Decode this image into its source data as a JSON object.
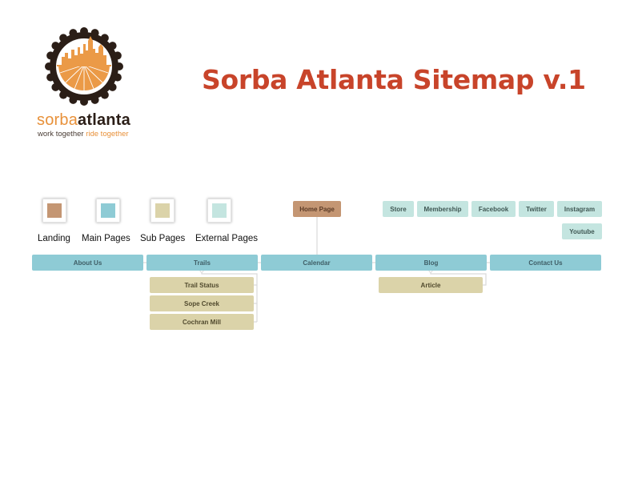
{
  "logo": {
    "brand_part1": "sorba",
    "brand_part2": "atlanta",
    "tagline_part1": "work together",
    "tagline_part2": "ride together",
    "colors": {
      "orange": "#e8913a",
      "dark": "#2b1e17"
    }
  },
  "title": "Sorba Atlanta Sitemap v.1",
  "title_color": "#c8442a",
  "legend": [
    {
      "label": "Landing",
      "color": "#c49673"
    },
    {
      "label": "Main Pages",
      "color": "#8ecbd5"
    },
    {
      "label": "Sub Pages",
      "color": "#dbd3a9"
    },
    {
      "label": "External Pages",
      "color": "#c4e5e0"
    }
  ],
  "sitemap": {
    "home": "Home Page",
    "external": [
      "Store",
      "Membership",
      "Facebook",
      "Twitter",
      "Instagram",
      "Youtube"
    ],
    "main": [
      "About Us",
      "Trails",
      "Calendar",
      "Blog",
      "Contact Us"
    ],
    "trails_sub": [
      "Trail Status",
      "Sope Creek",
      "Cochran Mill"
    ],
    "blog_sub": [
      "Article"
    ]
  }
}
